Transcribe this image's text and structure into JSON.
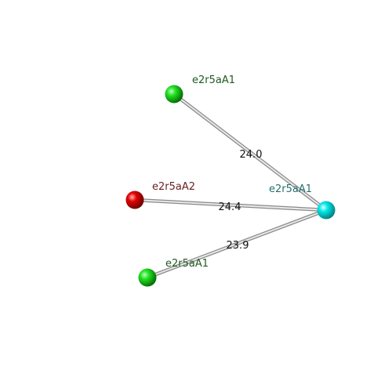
{
  "diagram": {
    "nodes": [
      {
        "id": "n1",
        "label": "e2r5aA1",
        "color": "#00cc00",
        "label_color": "#1f5a1f"
      },
      {
        "id": "n2",
        "label": "e2r5aA2",
        "color": "#dd0000",
        "label_color": "#6a1f1f"
      },
      {
        "id": "n3",
        "label": "e2r5aA1",
        "color": "#00cc00",
        "label_color": "#1f5a1f"
      },
      {
        "id": "n4",
        "label": "e2r5aA1",
        "color": "#00e0e0",
        "label_color": "#2a6f6f"
      }
    ],
    "edges": [
      {
        "from": "n1",
        "to": "n4",
        "label": "24.0"
      },
      {
        "from": "n2",
        "to": "n4",
        "label": "24.4"
      },
      {
        "from": "n3",
        "to": "n4",
        "label": "23.9"
      }
    ]
  }
}
